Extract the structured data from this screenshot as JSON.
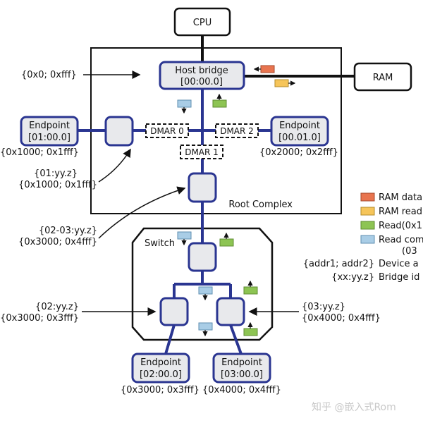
{
  "colors": {
    "bus": "#2a3591",
    "box_stroke": "#2a3591",
    "box_fill": "#e8e9ec",
    "ram_data": "#e8744f",
    "ram_read": "#f6c55a",
    "read_green": "#8dc453",
    "read_blue": "#a9cde6"
  },
  "nodes": {
    "cpu": "CPU",
    "ram": "RAM",
    "host_bridge": {
      "line1": "Host bridge",
      "line2": "[00:00.0]"
    },
    "endpoint_left": {
      "line1": "Endpoint",
      "line2": "[01:00.0]"
    },
    "endpoint_right": {
      "line1": "Endpoint",
      "line2": "[00.01.0]"
    },
    "endpoint_02": {
      "line1": "Endpoint",
      "line2": "[02:00.0]"
    },
    "endpoint_03": {
      "line1": "Endpoint",
      "line2": "[03:00.0]"
    },
    "dmar0": "DMAR 0",
    "dmar1": "DMAR 1",
    "dmar2": "DMAR 2",
    "root_complex": "Root Complex",
    "switch": "Switch"
  },
  "annotations": {
    "host_range": "{0x0; 0xfff}",
    "ep_left_range": "{0x1000; 0x1fff}",
    "ep_right_range": "{0x2000; 0x2fff}",
    "rp1_id": "{01:yy.z}",
    "rp1_range": "{0x1000; 0x1fff}",
    "rp2_id": "{02-03:yy.z}",
    "rp2_range": "{0x3000; 0x4fff}",
    "sw_left_id": "{02:yy.z}",
    "sw_left_range": "{0x3000; 0x3fff}",
    "sw_right_id": "{03:yy.z}",
    "sw_right_range": "{0x4000; 0x4fff}",
    "ep02_range": "{0x3000; 0x3fff}",
    "ep03_range": "{0x4000; 0x4fff}"
  },
  "legend": {
    "ram_data": "RAM data",
    "ram_read": "RAM read",
    "read_green": "Read(0x1",
    "read_blue": "Read com",
    "read_blue_sub": "(03",
    "device_addr_key": "{addr1; addr2}",
    "device_addr": "Device a",
    "bridge_id_key": "{xx:yy.z}",
    "bridge_id": "Bridge id"
  },
  "watermark": "知乎 @嵌入式Rom"
}
